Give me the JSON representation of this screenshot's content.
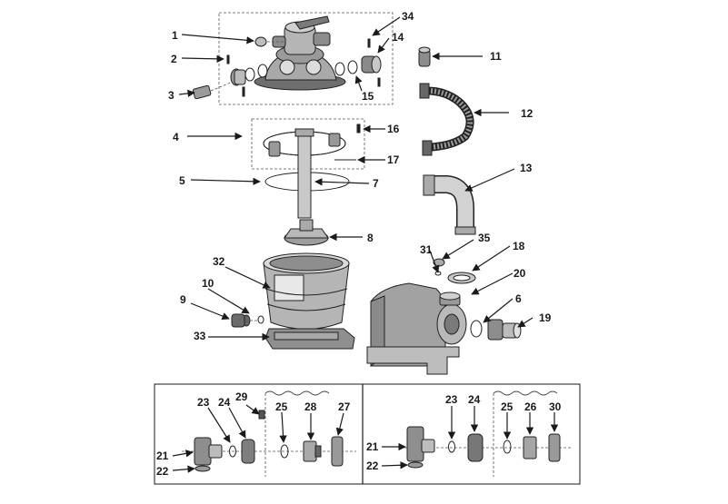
{
  "labels": {
    "l1": "1",
    "l2": "2",
    "l3": "3",
    "l4": "4",
    "l5": "5",
    "l6": "6",
    "l7": "7",
    "l8": "8",
    "l9": "9",
    "l10": "10",
    "l11": "11",
    "l12": "12",
    "l13": "13",
    "l14": "14",
    "l15": "15",
    "l16": "16",
    "l17": "17",
    "l18": "18",
    "l19": "19",
    "l20": "20",
    "l31": "31",
    "l32": "32",
    "l33": "33",
    "l34": "34",
    "l35": "35",
    "a21": "21",
    "a22": "22",
    "a23": "23",
    "a24": "24",
    "a25": "25",
    "a27": "27",
    "a28": "28",
    "a29": "29",
    "b21": "21",
    "b22": "22",
    "b23": "23",
    "b24": "24",
    "b25": "25",
    "b26": "26",
    "b30": "30"
  },
  "colors": {
    "line": "#1a1a1a",
    "part_dark": "#555555",
    "part_mid": "#8a8a8a",
    "part_light": "#c8c8c8"
  }
}
